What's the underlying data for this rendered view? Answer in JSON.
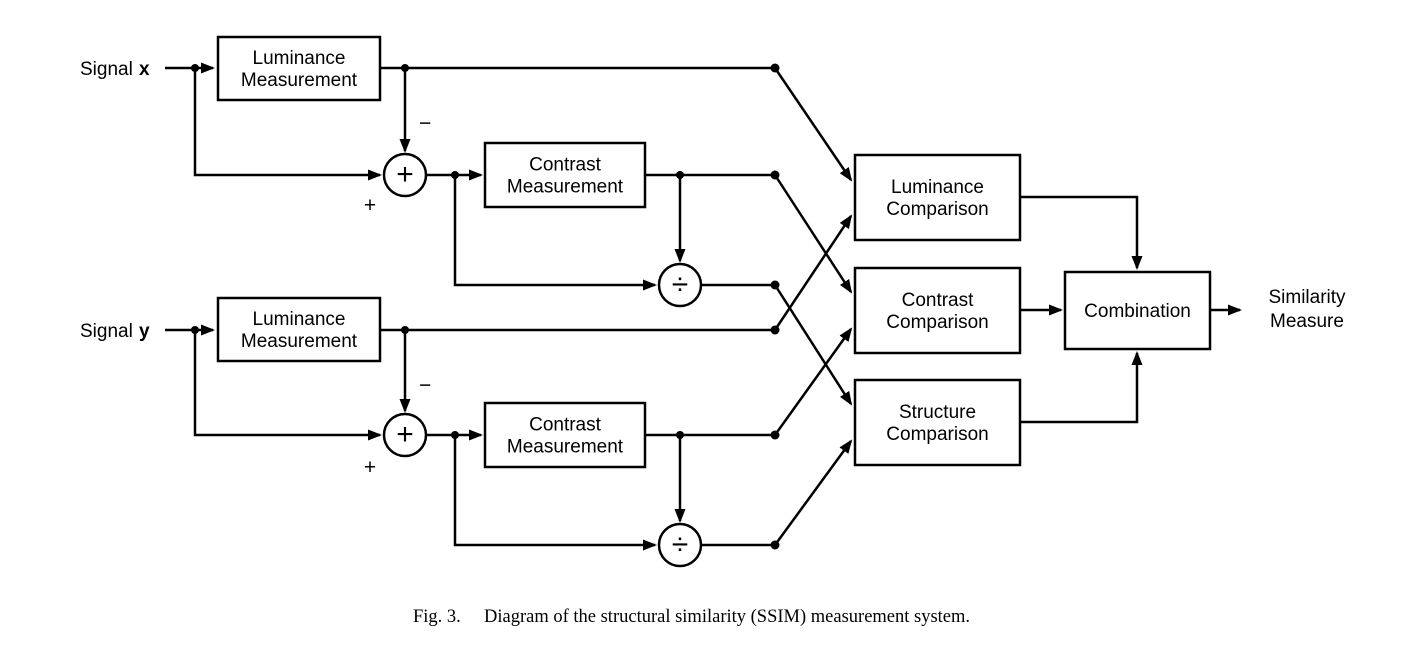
{
  "figure": {
    "signal_x": {
      "label": "Signal",
      "var": "x"
    },
    "signal_y": {
      "label": "Signal",
      "var": "y"
    },
    "boxes": {
      "luminance_measurement_x": {
        "line1": "Luminance",
        "line2": "Measurement"
      },
      "contrast_measurement_x": {
        "line1": "Contrast",
        "line2": "Measurement"
      },
      "luminance_measurement_y": {
        "line1": "Luminance",
        "line2": "Measurement"
      },
      "contrast_measurement_y": {
        "line1": "Contrast",
        "line2": "Measurement"
      },
      "luminance_comparison": {
        "line1": "Luminance",
        "line2": "Comparison"
      },
      "contrast_comparison": {
        "line1": "Contrast",
        "line2": "Comparison"
      },
      "structure_comparison": {
        "line1": "Structure",
        "line2": "Comparison"
      },
      "combination": {
        "line1": "Combination"
      }
    },
    "operators": {
      "sum_x": "+",
      "divide_x": "÷",
      "sum_y": "+",
      "divide_y": "÷"
    },
    "signs": {
      "minus_x": "−",
      "plus_x": "+",
      "minus_y": "−",
      "plus_y": "+"
    },
    "output": {
      "line1": "Similarity",
      "line2": "Measure"
    },
    "caption": {
      "label": "Fig. 3.",
      "text": "Diagram of the structural similarity (SSIM) measurement system."
    },
    "colors": {
      "ink": "#000000",
      "background": "#ffffff"
    }
  }
}
